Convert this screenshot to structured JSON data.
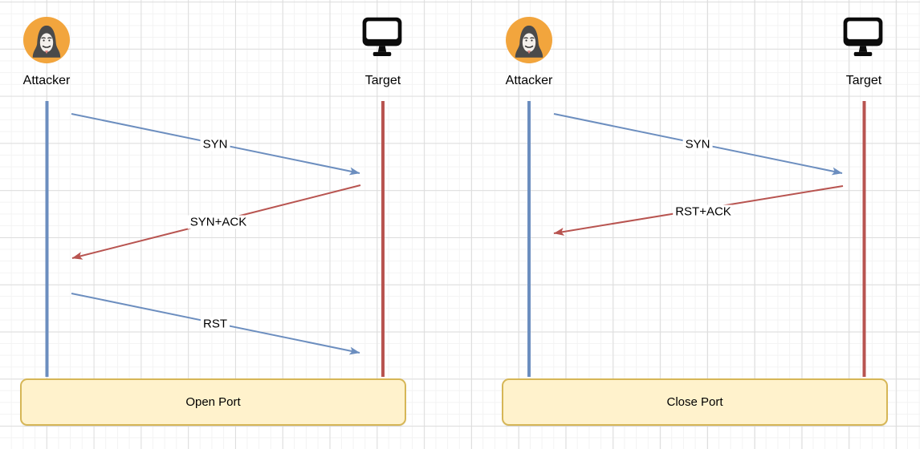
{
  "app": "diagram-canvas",
  "colors": {
    "blue": "#6C8EBF",
    "red": "#B85450",
    "box-fill": "#FFF2CC",
    "box-border": "#D6B656",
    "avatar": "#F2A53D",
    "hood": "#4A4A4A",
    "grid-minor": "#F3F3F3",
    "grid-major": "#DDDDDD",
    "text": "#000000"
  },
  "icons": {
    "attacker": "anonymous-hacker-icon",
    "target": "monitor-icon"
  },
  "diagrams": [
    {
      "name": "tcp-syn-scan-open-port",
      "attacker_label": "Attacker",
      "target_label": "Target",
      "messages": [
        {
          "label": "SYN",
          "from": "Attacker",
          "to": "Target",
          "color": "#6C8EBF"
        },
        {
          "label": "SYN+ACK",
          "from": "Target",
          "to": "Attacker",
          "color": "#B85450"
        },
        {
          "label": "RST",
          "from": "Attacker",
          "to": "Target",
          "color": "#6C8EBF"
        }
      ],
      "result_label": "Open Port"
    },
    {
      "name": "tcp-syn-scan-close-port",
      "attacker_label": "Attacker",
      "target_label": "Target",
      "messages": [
        {
          "label": "SYN",
          "from": "Attacker",
          "to": "Target",
          "color": "#6C8EBF"
        },
        {
          "label": "RST+ACK",
          "from": "Target",
          "to": "Attacker",
          "color": "#B85450"
        }
      ],
      "result_label": "Close Port"
    }
  ]
}
